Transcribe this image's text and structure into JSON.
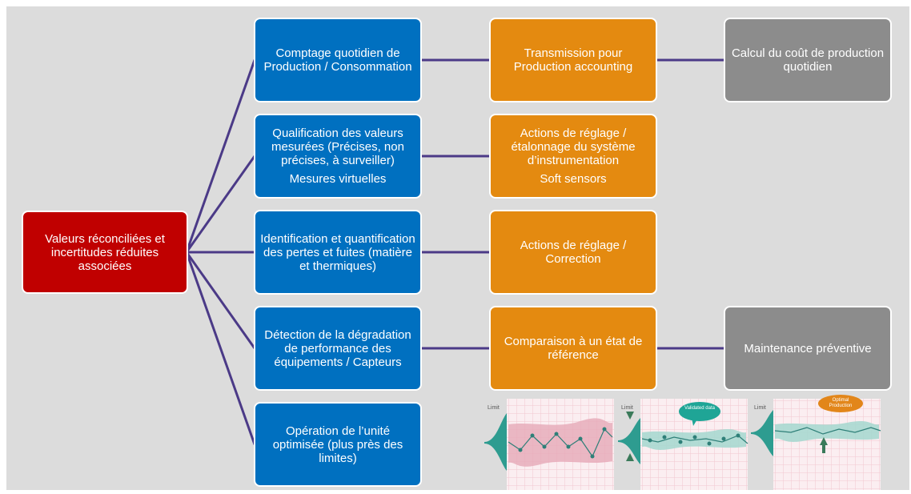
{
  "root": {
    "label": "Valeurs réconciliées et incertitudes réduites associées"
  },
  "column1": [
    {
      "label": "Comptage quotidien de Production / Consommation"
    },
    {
      "label": "Qualification des valeurs mesurées (Précises, non précises, à surveiller)",
      "sub": "Mesures virtuelles"
    },
    {
      "label": "Identification et quantification des pertes et fuites (matière et thermiques)"
    },
    {
      "label": "Détection de la dégradation de performance des équipements / Capteurs"
    },
    {
      "label": "Opération de l’unité optimisée (plus près des limites)"
    }
  ],
  "column2": [
    {
      "label": "Transmission pour Production accounting"
    },
    {
      "label": "Actions de réglage / étalonnage du système d’instrumentation",
      "sub": "Soft sensors"
    },
    {
      "label": "Actions de réglage / Correction"
    },
    {
      "label": "Comparaison à un état de référence"
    }
  ],
  "column3": [
    {
      "label": "Calcul du coût de production quotidien"
    },
    {
      "label": "Maintenance préventive"
    }
  ],
  "illustrations": {
    "limit_label": "Limit",
    "validated_label": "Validated data",
    "optimal_label": "Optimal Production"
  },
  "colors": {
    "background": "#dcdcdc",
    "root": "#c00000",
    "column1": "#0070c0",
    "column2": "#e48a10",
    "column3": "#8c8c8c",
    "connector": "#4b3a87"
  }
}
